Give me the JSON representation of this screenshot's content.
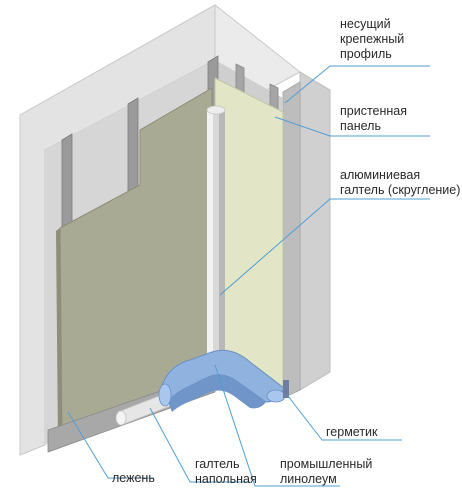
{
  "labels": {
    "profile": [
      "несущий",
      "крепежный",
      "профиль"
    ],
    "panel": [
      "пристенная",
      "панель"
    ],
    "fillet": [
      "алюминиевая",
      "галтель (скругление)"
    ],
    "sealant": [
      "герметик"
    ],
    "lezhen": [
      "лежень"
    ],
    "floor_fillet": [
      "галтель",
      "напольная"
    ],
    "linoleum": [
      "промышленный",
      "линолеум"
    ]
  },
  "colors": {
    "leader": "#4f9fd6",
    "panel_left": "#a9aa93",
    "panel_right": "#e2e6c6",
    "wall": "#dedede",
    "linoleum": "#8fb2df"
  }
}
